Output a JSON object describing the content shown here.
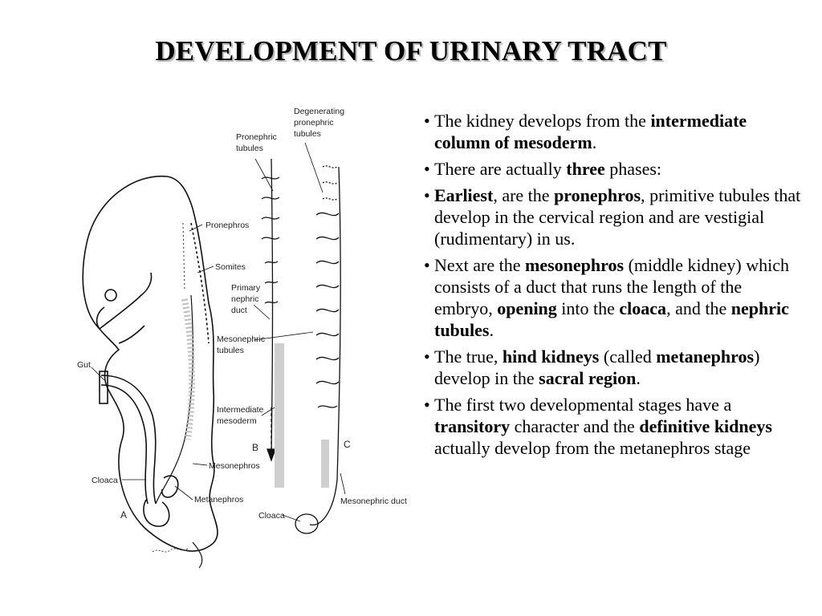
{
  "slide": {
    "title": "DEVELOPMENT OF URINARY TRACT"
  },
  "figure": {
    "labels": {
      "degenerating": "Degenerating",
      "pronephric_l": "pronephric",
      "tubules_deg": "tubules",
      "pronephric_tubules_1": "Pronephric",
      "pronephric_tubules_2": "tubules",
      "pronephros": "Pronephros",
      "somites": "Somites",
      "primary_1": "Primary",
      "primary_2": "nephric",
      "primary_3": "duct",
      "mesonephric_1": "Mesonephric",
      "mesonephric_2": "tubules",
      "gut": "Gut",
      "intermediate_1": "Intermediate",
      "intermediate_2": "mesoderm",
      "mesonephros": "Mesonephros",
      "metanephros": "Metanephros",
      "cloaca_a": "Cloaca",
      "cloaca_c": "Cloaca",
      "mesonephric_duct": "Mesonephric duct",
      "panel_a": "A",
      "panel_b": "B",
      "panel_c": "C"
    }
  },
  "bullets": [
    {
      "segments": [
        {
          "t": "The kidney develops from the "
        },
        {
          "t": "intermediate column of mesoderm",
          "b": true
        },
        {
          "t": "."
        }
      ]
    },
    {
      "segments": [
        {
          "t": "There are actually "
        },
        {
          "t": "three",
          "b": true
        },
        {
          "t": " phases:"
        }
      ]
    },
    {
      "segments": [
        {
          "t": "Earliest",
          "b": true
        },
        {
          "t": ", are the "
        },
        {
          "t": "pronephros",
          "b": true
        },
        {
          "t": ", primitive tubules that develop in the cervical region and are vestigial (rudimentary) in us."
        }
      ]
    },
    {
      "segments": [
        {
          "t": "Next are the "
        },
        {
          "t": "mesonephros",
          "b": true
        },
        {
          "t": " (middle kidney) which consists of a duct that runs the length of the embryo, "
        },
        {
          "t": "opening",
          "b": true
        },
        {
          "t": " into the "
        },
        {
          "t": "cloaca",
          "b": true
        },
        {
          "t": ", and the "
        },
        {
          "t": "nephric tubules",
          "b": true
        },
        {
          "t": "."
        }
      ]
    },
    {
      "segments": [
        {
          "t": "The true, "
        },
        {
          "t": "hind kidneys",
          "b": true
        },
        {
          "t": " (called "
        },
        {
          "t": "metanephros",
          "b": true
        },
        {
          "t": ") develop in the "
        },
        {
          "t": "sacral region",
          "b": true
        },
        {
          "t": "."
        }
      ]
    },
    {
      "segments": [
        {
          "t": "The first two developmental stages have a "
        },
        {
          "t": "transitory",
          "b": true
        },
        {
          "t": " character and the "
        },
        {
          "t": "definitive kidneys",
          "b": true
        },
        {
          "t": " actually develop from the metanephros stage"
        }
      ]
    }
  ]
}
